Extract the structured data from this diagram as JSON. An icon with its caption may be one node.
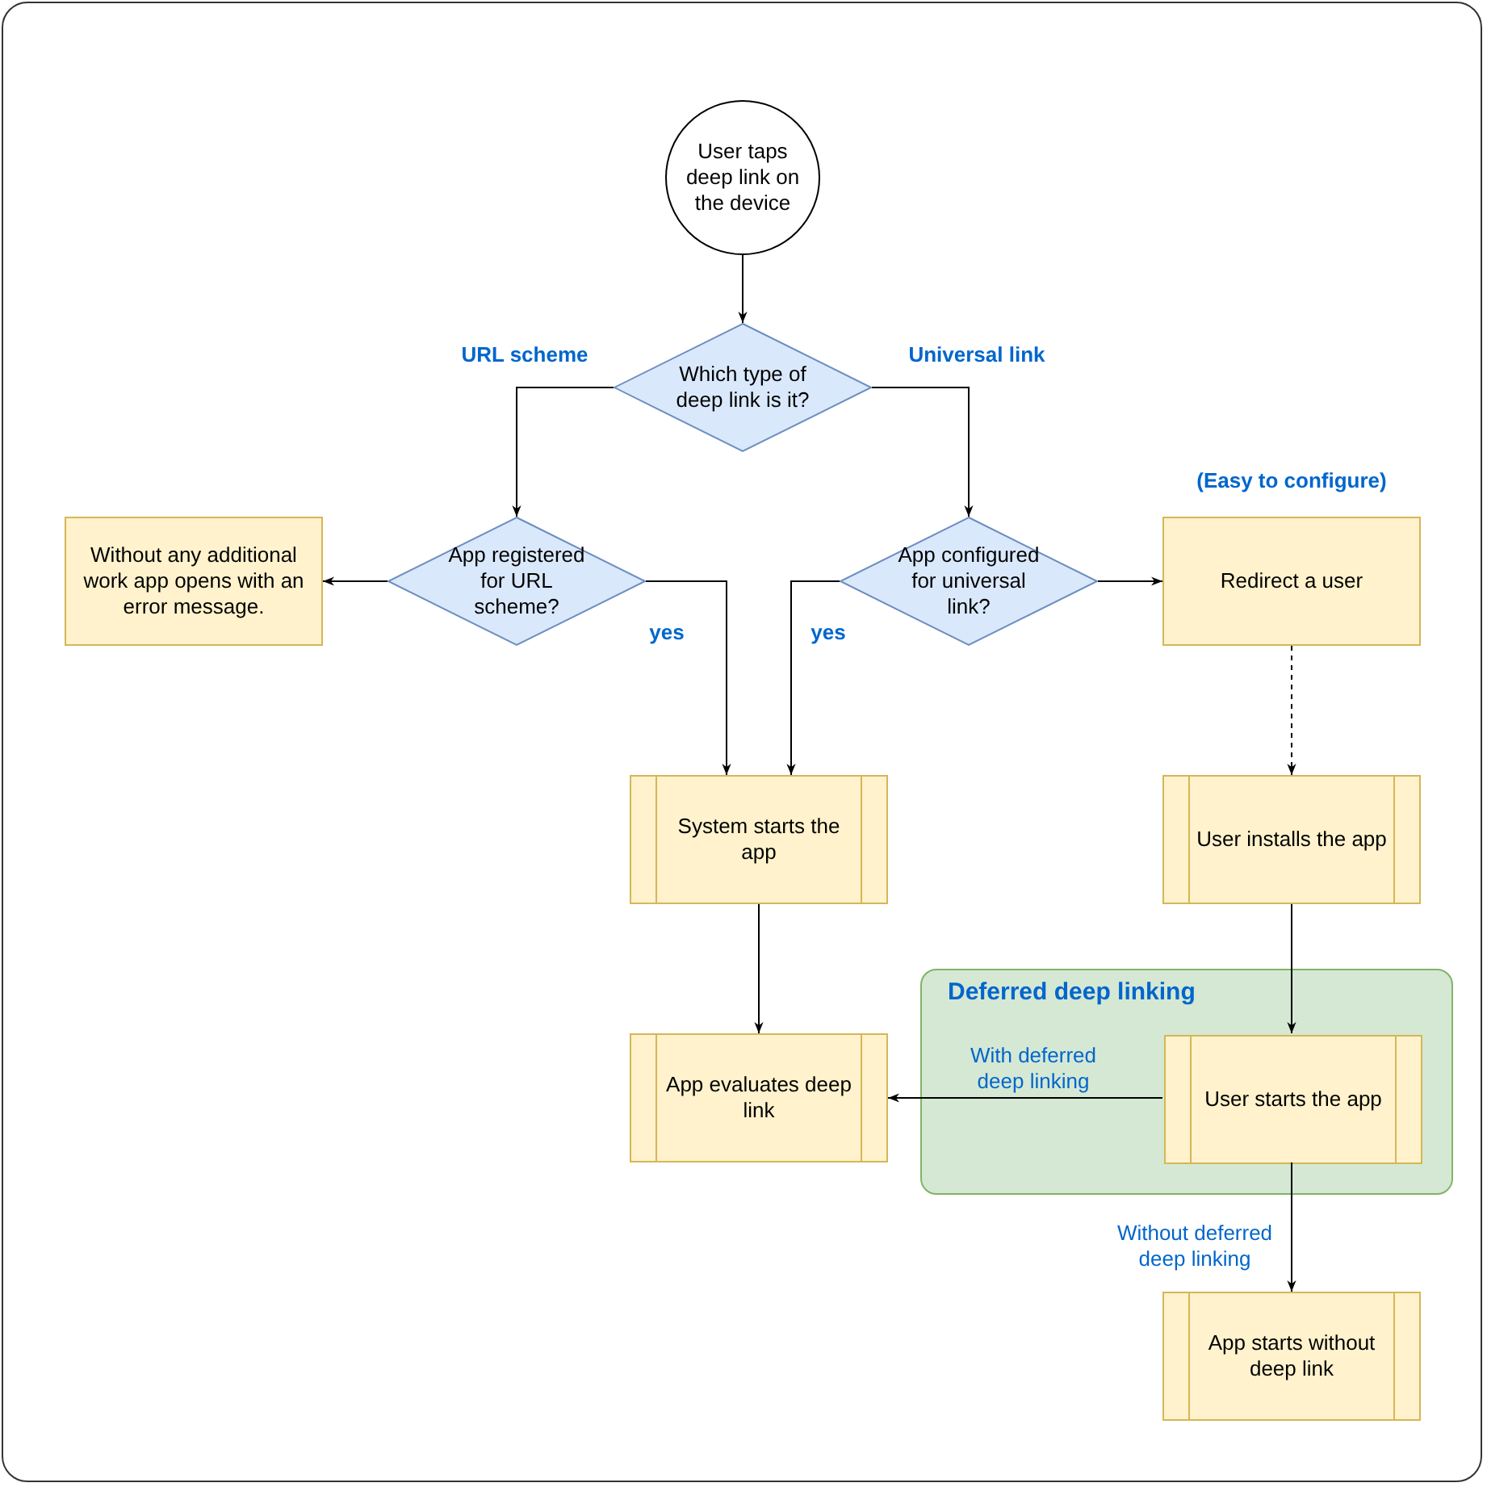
{
  "diagram": {
    "nodes": [
      {
        "text": [
          "User taps deep link on the device"
        ]
      },
      {
        "text": [
          "Which type of deep link is it?"
        ]
      },
      {
        "text": [
          "App registered for URL scheme?"
        ]
      },
      {
        "text": [
          "Without any additional work app opens with an error message."
        ]
      },
      {
        "text": [
          "App configured for universal link?"
        ]
      },
      {
        "text": [
          "Redirect a user"
        ],
        "beside": [
          "(Easy to configure)"
        ]
      },
      {
        "text": [
          "System starts the app"
        ]
      },
      {
        "text": [
          "User installs the app"
        ]
      },
      {
        "text": [
          "App evaluates deep link"
        ]
      },
      {
        "text": [
          "Deferred deep linking"
        ]
      },
      {
        "text": [
          "User starts the app"
        ],
        "in": 9
      },
      {
        "text": [
          "App starts without deep link"
        ]
      }
    ],
    "edges": [
      {
        "from": 0,
        "to": 1,
        "arrow": "to"
      },
      {
        "from": 1,
        "to": 2,
        "arrow": "to",
        "label": "URL scheme"
      },
      {
        "from": 1,
        "to": 4,
        "arrow": "to",
        "label": "Universal link"
      },
      {
        "from": 2,
        "to": 3,
        "arrow": "to"
      },
      {
        "from": 2,
        "to": 6,
        "arrow": "to",
        "label": "yes"
      },
      {
        "from": 4,
        "to": 6,
        "arrow": "to",
        "label": "yes"
      },
      {
        "from": 4,
        "to": 5,
        "arrow": "to"
      },
      {
        "from": 5,
        "to": 7,
        "arrow": "to",
        "style": "dashed"
      },
      {
        "from": 6,
        "to": 8,
        "arrow": "to"
      },
      {
        "from": 7,
        "to": 10,
        "arrow": "to"
      },
      {
        "from": 10,
        "to": 8,
        "arrow": "to",
        "label": "With deferred deep linking"
      },
      {
        "from": 10,
        "to": 11,
        "arrow": "to",
        "label": "Without deferred deep linking"
      }
    ]
  }
}
